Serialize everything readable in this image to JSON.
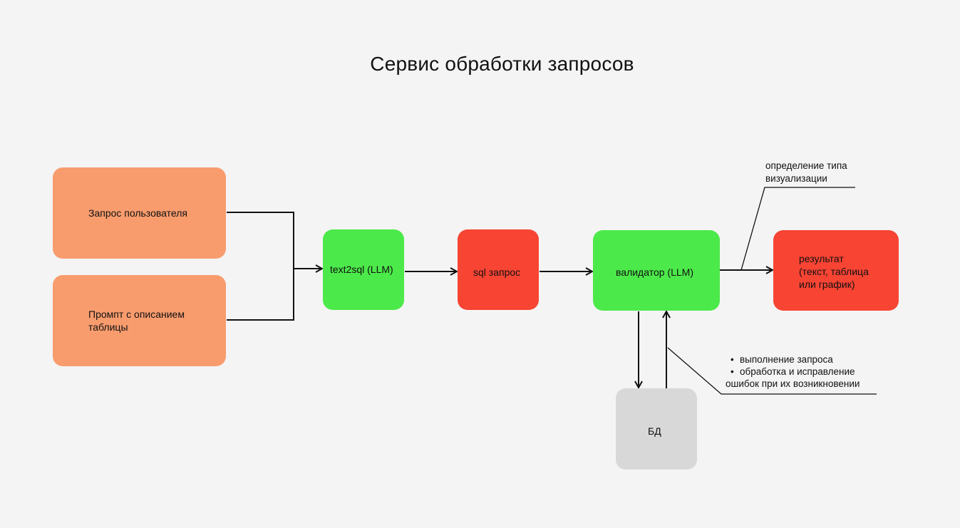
{
  "title": "Сервис обработки запросов",
  "nodes": {
    "user_query": "Запрос пользователя",
    "prompt": "Промпт с описанием\nтаблицы",
    "text2sql": "text2sql (LLM)",
    "sql_query": "sql запрос",
    "validator": "валидатор (LLM)",
    "result": "результат\n(текст, таблица\nили график)",
    "db": "БД"
  },
  "notes": {
    "visualization": "определение типа\nвизуализации",
    "db_actions": [
      "выполнение запроса",
      "обработка и исправление",
      "ошибок при их возникновении"
    ]
  },
  "colors": {
    "background": "#f4f4f4",
    "input_nodes": "#f89c6e",
    "llm_nodes": "#4ce94a",
    "data_nodes": "#f84433",
    "db_node": "#d8d8d8",
    "lines": "#111111"
  }
}
